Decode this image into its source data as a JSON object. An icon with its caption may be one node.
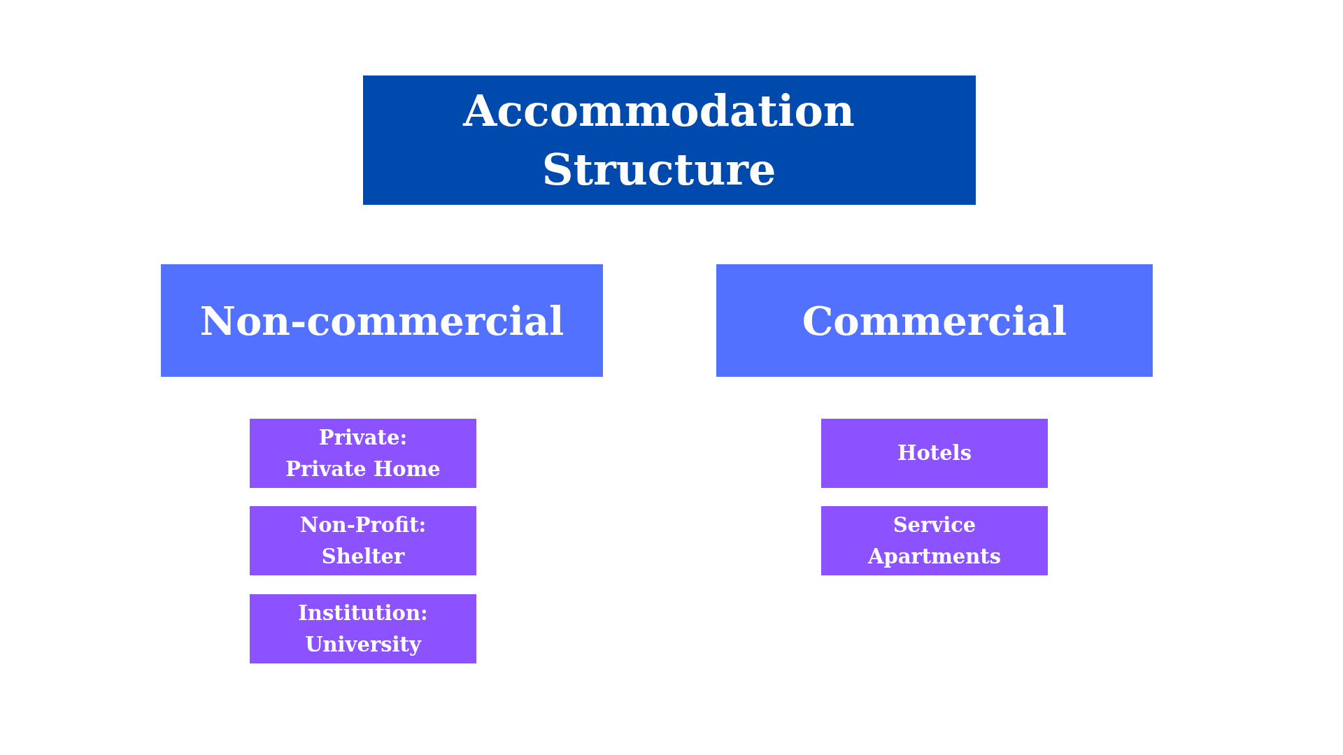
{
  "diagram": {
    "nodes": [
      {
        "text": [
          "Accommodation Structure"
        ]
      },
      {
        "text": [
          "Non-commercial"
        ]
      },
      {
        "text": [
          "Commercial"
        ]
      },
      {
        "text": [
          "Private: Private Home"
        ]
      },
      {
        "text": [
          "Non-Profit: Shelter"
        ]
      },
      {
        "text": [
          "Institution: University"
        ]
      },
      {
        "text": [
          "Hotels"
        ]
      },
      {
        "text": [
          "Service Apartments"
        ]
      }
    ]
  }
}
